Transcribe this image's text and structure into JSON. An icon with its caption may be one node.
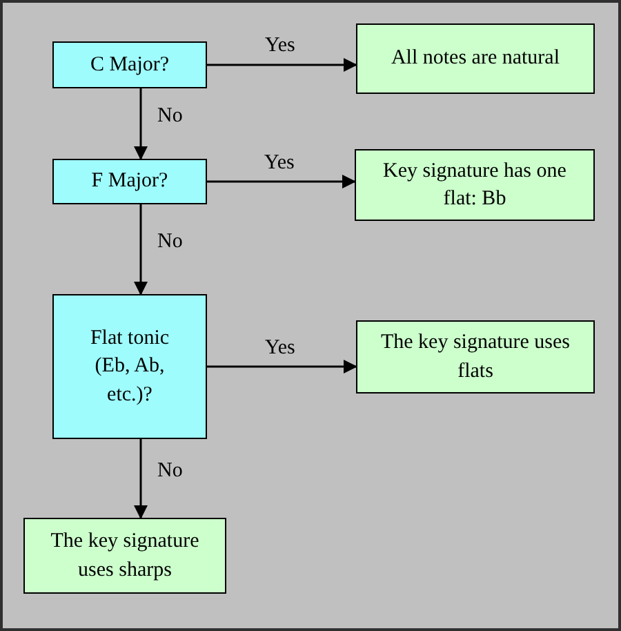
{
  "diagram": {
    "nodes": [
      {
        "text": [
          "C Major?"
        ]
      },
      {
        "text": [
          "All notes are natural"
        ]
      },
      {
        "text": [
          "F Major?"
        ]
      },
      {
        "text": [
          "Key signature has one flat: Bb"
        ]
      },
      {
        "text": [
          "Flat tonic (Eb, Ab, etc.)?"
        ]
      },
      {
        "text": [
          "The key signature uses flats"
        ]
      },
      {
        "text": [
          "The key signature uses sharps"
        ]
      }
    ],
    "edges": [
      {
        "from": 0,
        "to": 1,
        "arrow": "to",
        "label": "Yes"
      },
      {
        "from": 0,
        "to": 2,
        "arrow": "to",
        "label": "No"
      },
      {
        "from": 2,
        "to": 3,
        "arrow": "to",
        "label": "Yes"
      },
      {
        "from": 2,
        "to": 4,
        "arrow": "to",
        "label": "No"
      },
      {
        "from": 4,
        "to": 5,
        "arrow": "to",
        "label": "Yes"
      },
      {
        "from": 4,
        "to": 6,
        "arrow": "to",
        "label": "No"
      }
    ]
  }
}
